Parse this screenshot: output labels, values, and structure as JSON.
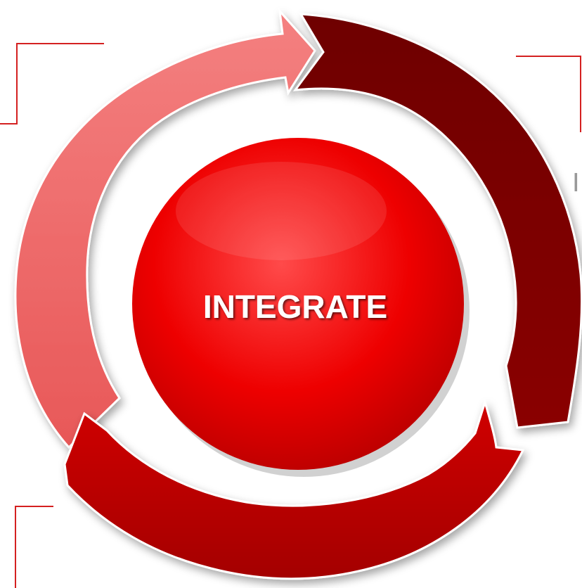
{
  "diagram": {
    "center_label": "INTEGRATE",
    "partial_right_text": "I",
    "colors": {
      "arc_left": "#f07070",
      "arc_right": "#7a0000",
      "arc_bottom": "#b80000",
      "center_button": "#ee0000",
      "corner_lines": "#d42020"
    },
    "segments": [
      {
        "name": "arc-left",
        "color_key": "arc_left"
      },
      {
        "name": "arc-right",
        "color_key": "arc_right"
      },
      {
        "name": "arc-bottom",
        "color_key": "arc_bottom"
      }
    ]
  }
}
